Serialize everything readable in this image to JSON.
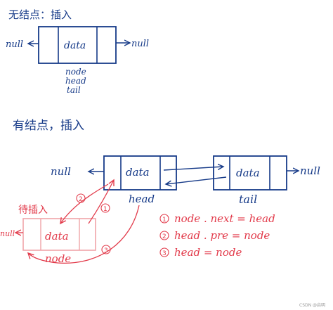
{
  "section1": {
    "title": "无结点：插入",
    "node": {
      "left_pointer": "null",
      "data_label": "data",
      "right_pointer": "null",
      "labels": [
        "node",
        "head",
        "tail"
      ]
    }
  },
  "section2": {
    "title": "有结点，插入",
    "head_node": {
      "left_pointer": "null",
      "data_label": "data",
      "label": "head"
    },
    "tail_node": {
      "data_label": "data",
      "right_pointer": "null",
      "label": "tail"
    },
    "new_node": {
      "title": "待插入",
      "left_pointer": "null",
      "data_label": "data",
      "label": "node"
    },
    "steps": [
      {
        "num": "1",
        "text": "node . next = head"
      },
      {
        "num": "2",
        "text": "head . pre = node"
      },
      {
        "num": "3",
        "text": "head = node"
      }
    ]
  },
  "colors": {
    "blue": "#163a88",
    "red": "#e23a4a",
    "light_red": "#f0a4a8"
  },
  "watermark": "CSDN @启明"
}
